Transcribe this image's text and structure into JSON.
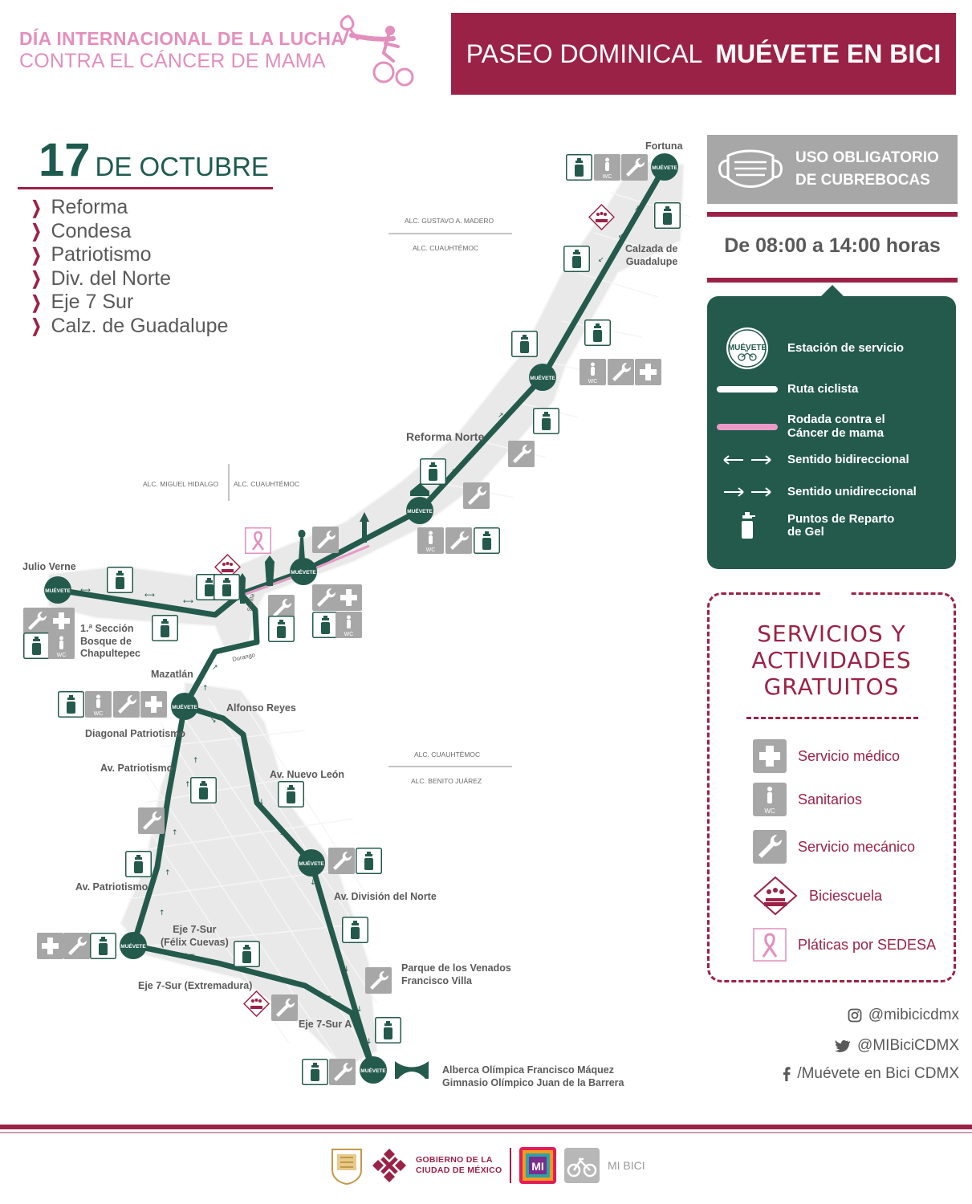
{
  "header": {
    "awareness_line1": "DÍA INTERNACIONAL DE LA LUCHA",
    "awareness_line2": "CONTRA EL CÁNCER DE MAMA",
    "title_thin": "PASEO DOMINICAL",
    "title_bold": "MUÉVETE EN BICI"
  },
  "date": {
    "day": "17",
    "month": "DE OCTUBRE"
  },
  "routes": [
    "Reforma",
    "Condesa",
    "Patriotismo",
    "Div. del Norte",
    "Eje 7 Sur",
    "Calz. de Guadalupe"
  ],
  "mask": {
    "line1": "USO OBLIGATORIO",
    "line2": "DE CUBREBOCAS"
  },
  "hours": "De 08:00 a 14:00 horas",
  "legend": {
    "station_logo": "MUÉVETE",
    "items": [
      {
        "icon": "service-station-icon",
        "label": "Estación de servicio"
      },
      {
        "icon": "bike-route-line",
        "label": "Ruta ciclista"
      },
      {
        "icon": "pink-route-line",
        "label_line1": "Rodada contra el",
        "label_line2": "Cáncer de mama"
      },
      {
        "icon": "bidirectional-arrows-icon",
        "label": "Sentido bidireccional"
      },
      {
        "icon": "unidirectional-arrows-icon",
        "label": "Sentido unidireccional"
      },
      {
        "icon": "gel-bottle-icon",
        "label_line1": "Puntos de Reparto",
        "label_line2": "de Gel"
      }
    ]
  },
  "services": {
    "title_line1": "SERVICIOS Y",
    "title_line2": "ACTIVIDADES",
    "title_line3": "GRATUITOS",
    "items": [
      {
        "icon": "medical-cross-icon",
        "label": "Servicio médico"
      },
      {
        "icon": "restroom-wc-icon",
        "label": "Sanitarios",
        "icon_text": "WC"
      },
      {
        "icon": "wrench-icon",
        "label": "Servicio mecánico"
      },
      {
        "icon": "bike-school-icon",
        "label": "Biciescuela"
      },
      {
        "icon": "pink-ribbon-icon",
        "label": "Pláticas por SEDESA"
      }
    ]
  },
  "social": {
    "instagram": "@mibicicdmx",
    "twitter": "@MIBiciCDMX",
    "facebook": "/Muévete en Bici CDMX"
  },
  "map": {
    "alcaldias": {
      "gam": "ALC. GUSTAVO A. MADERO",
      "cuauhtemoc_n": "ALC. CUAUHTÉMOC",
      "miguel_hidalgo": "ALC. MIGUEL HIDALGO",
      "cuauhtemoc_w": "ALC. CUAUHTÉMOC",
      "cuauhtemoc_s": "ALC. CUAUHTÉMOC",
      "benito_juarez": "ALC. BENITO JUÁREZ"
    },
    "places": {
      "fortuna": "Fortuna",
      "calzada1": "Calzada de",
      "calzada2": "Guadalupe",
      "reforma_norte": "Reforma Norte",
      "julio_verne": "Julio Verne",
      "bosque1": "1.ª Sección",
      "bosque2": "Bosque de",
      "bosque3": "Chapultepec",
      "mazatlan": "Mazatlán",
      "alfonso_reyes": "Alfonso Reyes",
      "diagonal": "Diagonal Patriotismo",
      "patriotismo_a": "Av. Patriotismo",
      "nuevo_leon": "Av. Nuevo León",
      "patriotismo_b": "Av. Patriotismo",
      "division": "Av. División del Norte",
      "eje7_felix1": "Eje 7-Sur",
      "eje7_felix2": "(Félix Cuevas)",
      "venados1": "Parque de los Venados",
      "venados2": "Francisco Villa",
      "eje7_extremadura": "Eje 7-Sur (Extremadura)",
      "eje7_a": "Eje 7-Sur A",
      "alberca1": "Alberca Olímpica Francisco Máquez",
      "alberca2": "Gimnasio Olímpico Juan de la Barrera",
      "durango": "Durango",
      "sevilla": "Sevilla"
    },
    "wc": "WC"
  },
  "footer": {
    "gob_line1": "GOBIERNO DE LA",
    "gob_line2": "CIUDAD DE MÉXICO",
    "mibici": "MI BICI",
    "badge": "MI"
  },
  "colors": {
    "wine": "#9b2247",
    "green": "#245a4c",
    "pink": "#e38fbd",
    "gray": "#a7a7a7"
  }
}
